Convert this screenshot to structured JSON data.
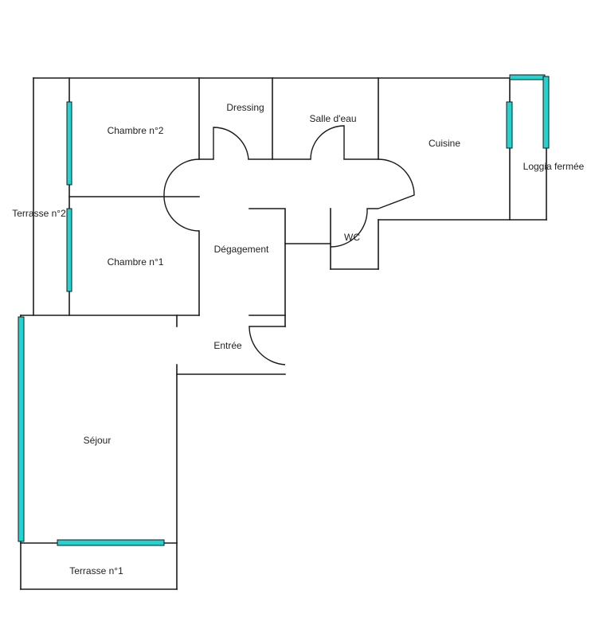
{
  "plan": {
    "rooms": {
      "chambre2": "Chambre n°2",
      "dressing": "Dressing",
      "salle_eau": "Salle d'eau",
      "cuisine": "Cuisine",
      "loggia": "Loggia fermée",
      "terrasse2": "Terrasse n°2",
      "degagement": "Dégagement",
      "wc": "WC",
      "chambre1": "Chambre n°1",
      "entree": "Entrée",
      "sejour": "Séjour",
      "terrasse1": "Terrasse n°1"
    }
  },
  "colors": {
    "window": "#22d3cf",
    "wall": "#1a1a1a"
  }
}
